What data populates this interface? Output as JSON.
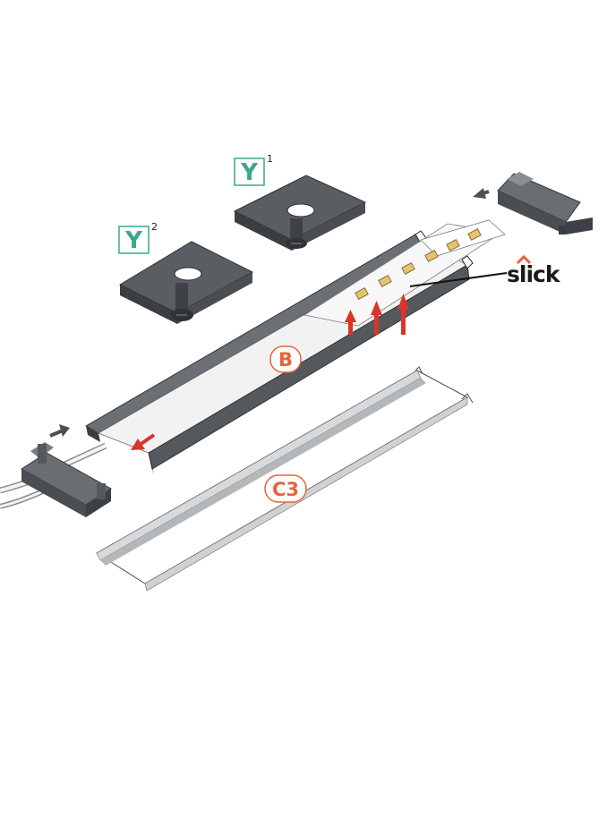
{
  "labels": {
    "clip_y1": {
      "letter": "Y",
      "index": "1"
    },
    "clip_y2": {
      "letter": "Y",
      "index": "2"
    },
    "profile": "B",
    "cover": "C3",
    "brand": "slick"
  },
  "colors": {
    "accent_orange": "#e8623a",
    "accent_teal": "#3aa889",
    "arrow_red": "#d9352a",
    "part_dark": "#4a4d52",
    "part_mid": "#6a6e73",
    "part_light": "#8b8f94",
    "arrow_grey": "#4d4f52"
  }
}
